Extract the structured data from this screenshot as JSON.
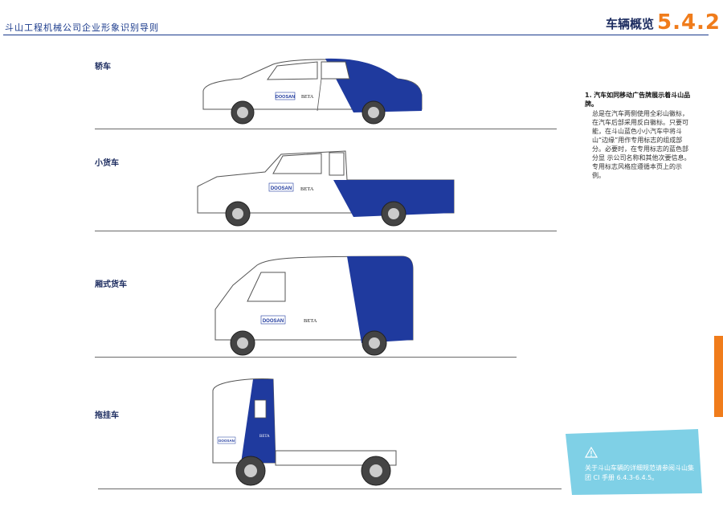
{
  "header": {
    "title": "斗山工程机械公司企业形象识别导则",
    "section_name": "车辆概览",
    "section_number": "5.4.2"
  },
  "vehicles": [
    {
      "label": "轿车",
      "brand": "DOOSAN",
      "partner": "BETA"
    },
    {
      "label": "小货车",
      "brand": "DOOSAN",
      "partner": "BETA"
    },
    {
      "label": "厢式货车",
      "brand": "DOOSAN",
      "partner": "BETA"
    },
    {
      "label": "拖挂车",
      "brand": "DOOSAN",
      "partner": "BETA"
    }
  ],
  "note": {
    "number": "1.",
    "heading": "汽车如同移动广告牌展示着斗山品牌。",
    "body": "总是在汽车两侧使用全彩山徽标，在汽车后部采用反白徽标。只要可能，在斗山蓝色小小汽车中将斗山“边缘”用作专用标志的组成部分。必要时，在专用标志的蓝色部分显 示公司名称和其他次要信息。专用标志风格应遵循本页上的示例。"
  },
  "callout": {
    "text": "关于斗山车辆的详细规范请参阅斗山集团 CI 手册 6.4.3-6.4.5。",
    "icon": "warning-icon"
  },
  "colors": {
    "brand_blue": "#1f3a9e",
    "accent_orange": "#f07c1b",
    "callout_cyan": "#7fd0e6"
  }
}
